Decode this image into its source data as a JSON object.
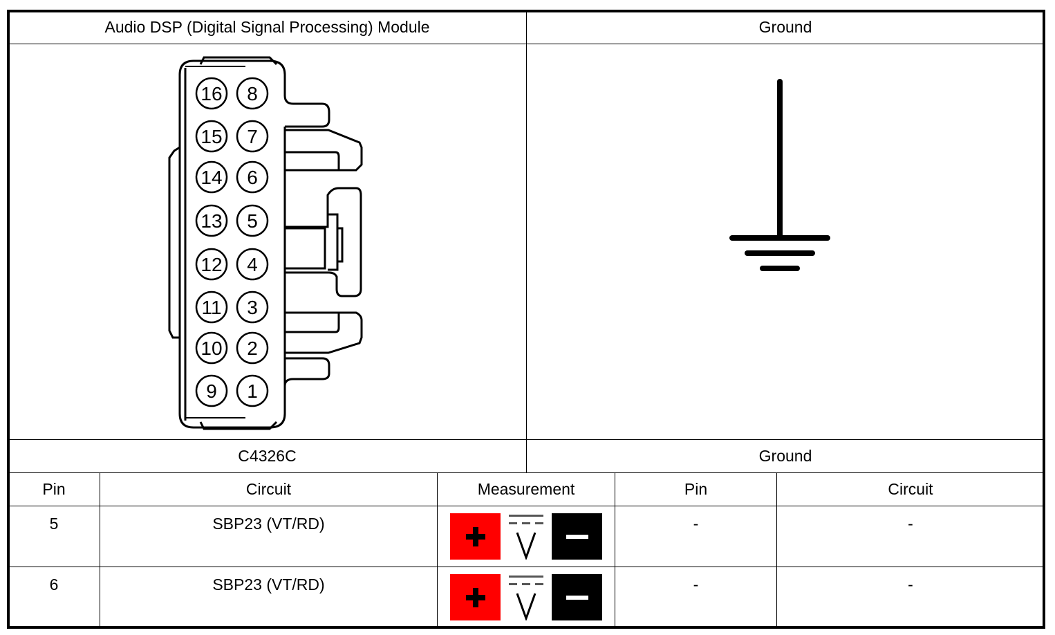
{
  "header": {
    "left_title": "Audio DSP (Digital Signal Processing) Module",
    "right_title": "Ground"
  },
  "connector": {
    "id": "C4326C",
    "pins_left_column": [
      "16",
      "15",
      "14",
      "13",
      "12",
      "11",
      "10",
      "9"
    ],
    "pins_right_column": [
      "8",
      "7",
      "6",
      "5",
      "4",
      "3",
      "2",
      "1"
    ],
    "icon": "connector-16-pin-icon"
  },
  "ground": {
    "label": "Ground",
    "icon": "ground-symbol-icon"
  },
  "table": {
    "columns": [
      "Pin",
      "Circuit",
      "Measurement",
      "Pin",
      "Circuit"
    ],
    "rows": [
      {
        "pin": "5",
        "circuit": "SBP23 (VT/RD)",
        "measurement": "DC voltage (+ / V / -)",
        "gnd_pin": "-",
        "gnd_circuit": "-"
      },
      {
        "pin": "6",
        "circuit": "SBP23 (VT/RD)",
        "measurement": "DC voltage (+ / V / -)",
        "gnd_pin": "-",
        "gnd_circuit": "-"
      }
    ]
  },
  "colors": {
    "positive_probe": "#ff0000",
    "negative_probe": "#000000"
  }
}
